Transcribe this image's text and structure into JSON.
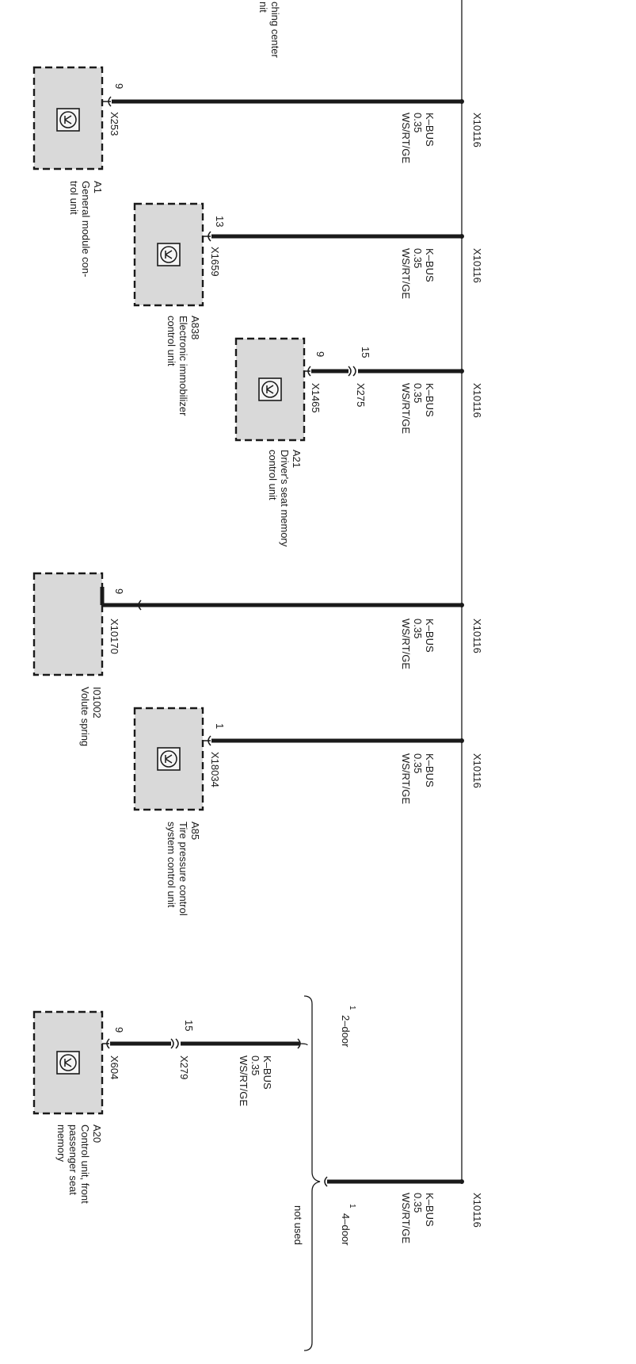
{
  "cut_label": {
    "line1": "ching center",
    "line2": "nit"
  },
  "modules": [
    {
      "id": "a1",
      "code": "A1",
      "name": [
        "General module con-",
        "trol unit"
      ],
      "connector": "X253",
      "pin": "9",
      "ecu_icon": "control-unit-icon",
      "bus": {
        "signal": "K–BUS",
        "size": "0.35",
        "color": "WS/RT/GE",
        "splice": "X10116"
      }
    },
    {
      "id": "a838",
      "code": "A838",
      "name": [
        "Electronic immobilizer",
        "control unit"
      ],
      "connector": "X1659",
      "pin": "13",
      "ecu_icon": "control-unit-icon",
      "bus": {
        "signal": "K–BUS",
        "size": "0.35",
        "color": "WS/RT/GE",
        "splice": "X10116"
      }
    },
    {
      "id": "a21",
      "code": "A21",
      "name": [
        "Driver's seat memory",
        "control unit"
      ],
      "connector": "X1465",
      "pin": "9",
      "ecu_icon": "control-unit-icon",
      "inline": {
        "connector": "X275",
        "pin": "15"
      },
      "bus": {
        "signal": "K–BUS",
        "size": "0.35",
        "color": "WS/RT/GE",
        "splice": "X10116"
      }
    },
    {
      "id": "i01002",
      "code": "I01002",
      "name": [
        "Volute spring"
      ],
      "connector": "X10170",
      "pin": "9",
      "bus": {
        "signal": "K–BUS",
        "size": "0.35",
        "color": "WS/RT/GE",
        "splice": "X10116"
      }
    },
    {
      "id": "a85",
      "code": "A85",
      "name": [
        "Tire pressure control",
        "system  control unit"
      ],
      "connector": "X18034",
      "pin": "1",
      "ecu_icon": "control-unit-icon",
      "bus": {
        "signal": "K–BUS",
        "size": "0.35",
        "color": "WS/RT/GE",
        "splice": "X10116"
      }
    },
    {
      "id": "a20",
      "code": "A20",
      "name": [
        "Control unit, front",
        "passenger seat",
        "memory"
      ],
      "connector": "X604",
      "pin": "9",
      "ecu_icon": "control-unit-icon",
      "inline": {
        "connector": "X279",
        "pin": "15"
      },
      "bus": {
        "signal": "K–BUS",
        "size": "0.35",
        "color": "WS/RT/GE"
      }
    }
  ],
  "variants": {
    "two_door": {
      "label": "2–door",
      "marker": "1"
    },
    "four_door": {
      "label": "4–door",
      "marker": "1",
      "note": "not used",
      "bus": {
        "signal": "K–BUS",
        "size": "0.35",
        "color": "WS/RT/GE",
        "splice": "X10116"
      }
    }
  }
}
